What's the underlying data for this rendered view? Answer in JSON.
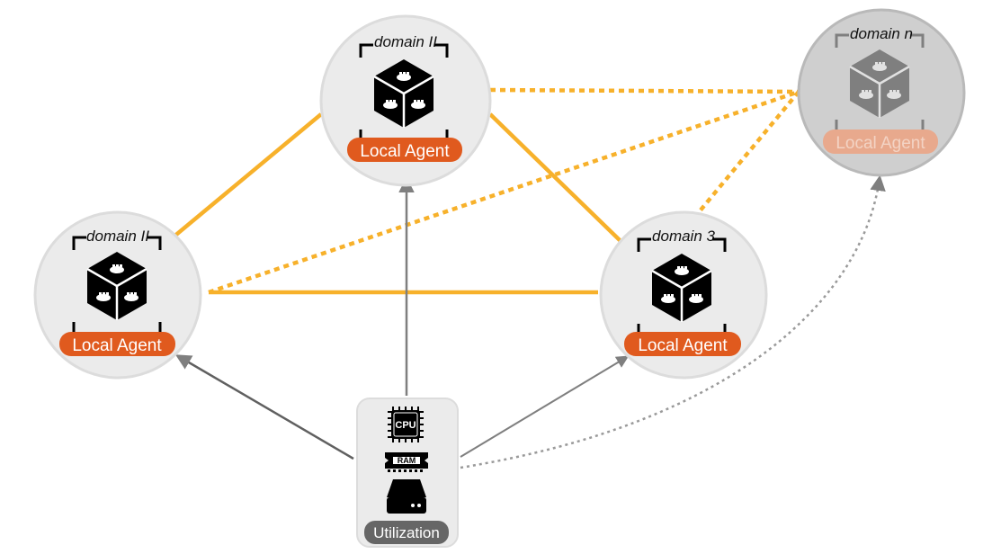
{
  "colors": {
    "accent": "#f7b12b",
    "agent": "#e05a1e",
    "circle": "#ebebeb",
    "circle_stroke": "#dcdcdc",
    "arrow": "#7f7f7f",
    "util_pill": "#666666"
  },
  "nodes": [
    {
      "id": "top",
      "title": "domain II",
      "agent_label": "Local Agent",
      "faded": false
    },
    {
      "id": "left",
      "title": "domain II",
      "agent_label": "Local Agent",
      "faded": false
    },
    {
      "id": "right",
      "title": "domain 3",
      "agent_label": "Local Agent",
      "faded": false
    },
    {
      "id": "far",
      "title": "domain n",
      "agent_label": "Local Agent",
      "faded": true
    }
  ],
  "utilization": {
    "label": "Utilization",
    "icons": [
      "cpu-icon",
      "ram-icon",
      "storage-drive-icon"
    ],
    "cpu_text": "CPU",
    "ram_text": "RAM"
  }
}
